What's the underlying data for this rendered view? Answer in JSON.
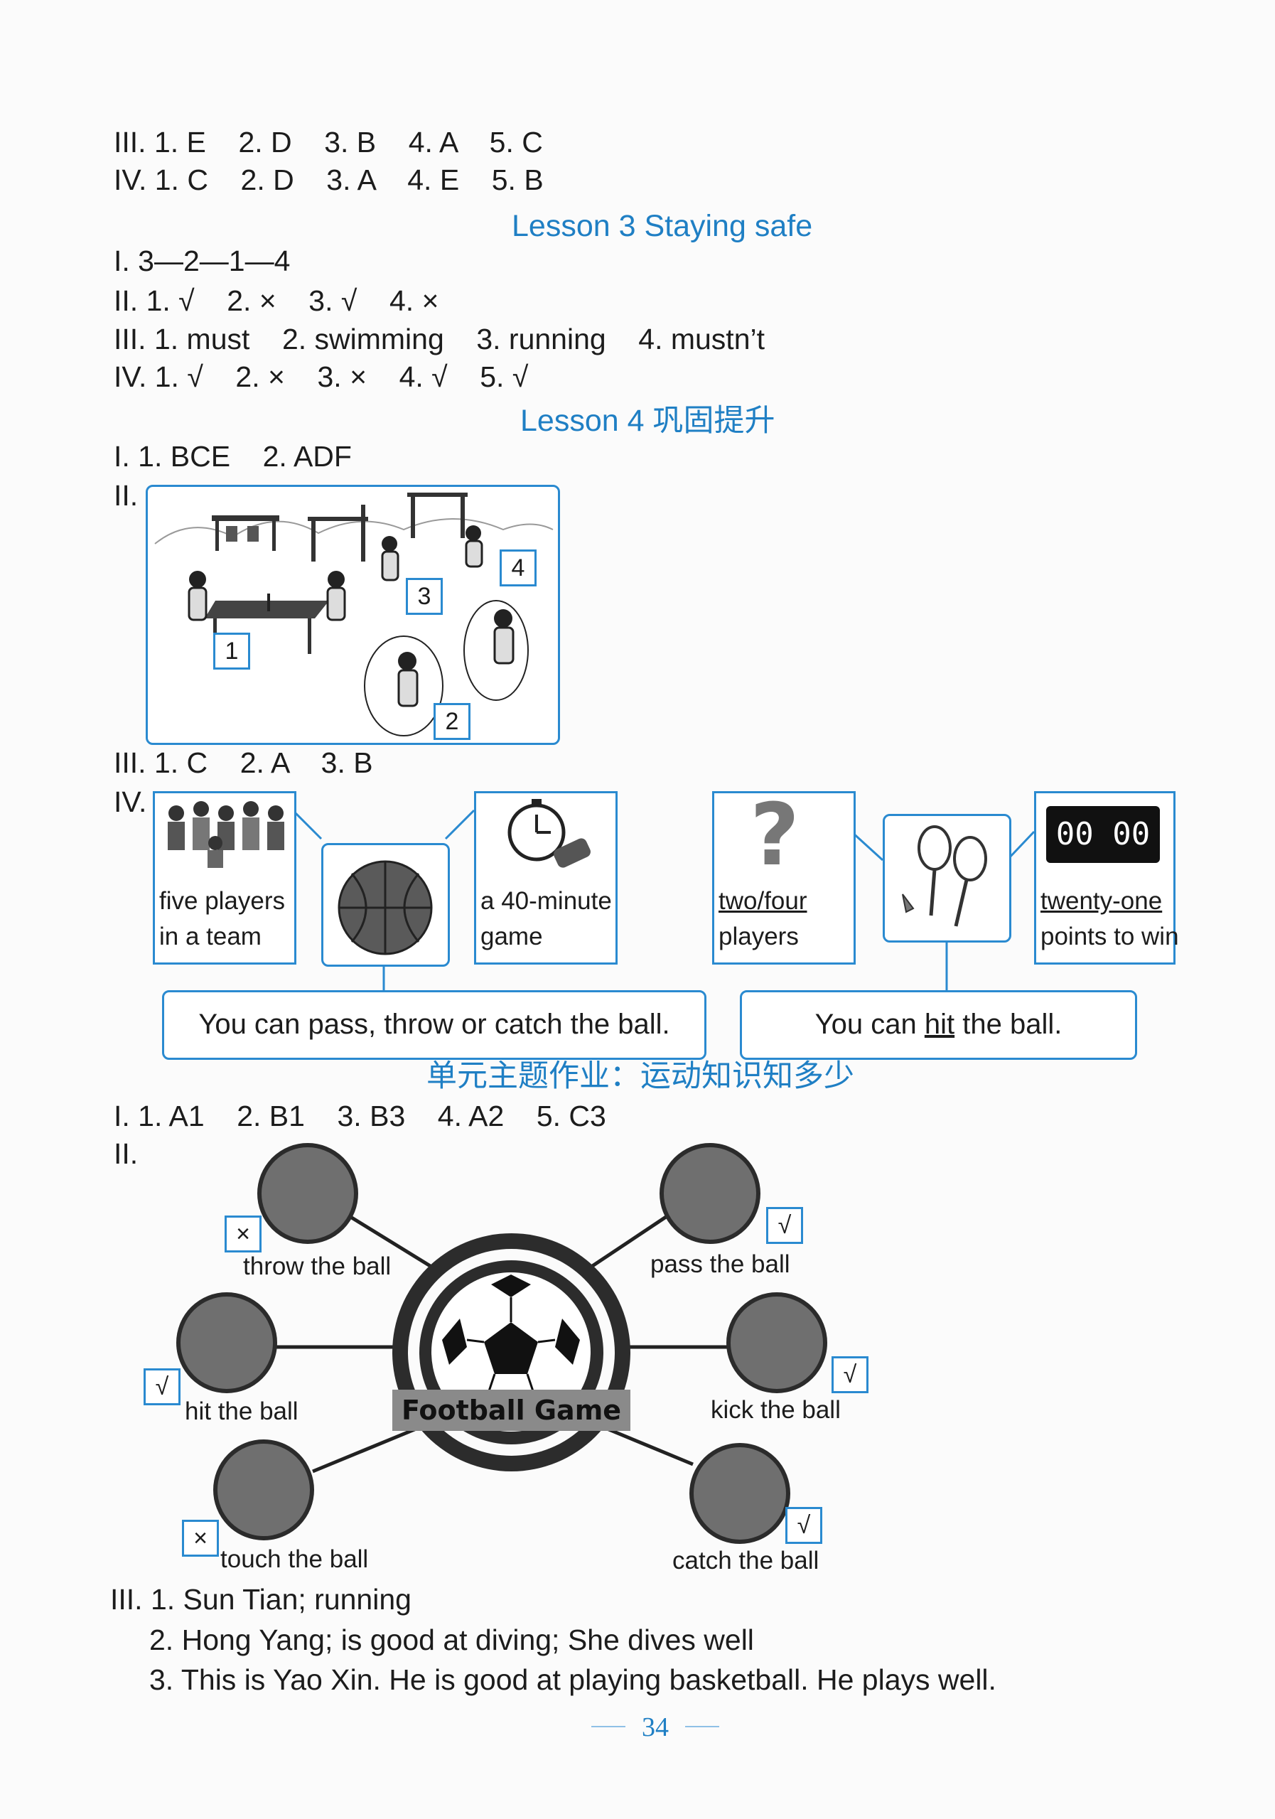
{
  "prev_answers": {
    "line3": "III. 1. E    2. D    3. B    4. A    5. C",
    "line4": "IV. 1. C    2. D    3. A    4. E    5. B"
  },
  "lesson3": {
    "title": "Lesson 3 Staying safe",
    "l1": "I. 3—2—1—4",
    "l2": "II. 1. √    2. ×    3. √    4. ×",
    "l3": "III. 1. must    2. swimming    3. running    4. mustn’t",
    "l4": "IV. 1. √    2. ×    3. ×    4. √    5. √"
  },
  "lesson4": {
    "title": "Lesson 4 巩固提升",
    "l1": "I. 1. BCE    2. ADF",
    "l2_label": "II.",
    "playground_numbers": [
      "1",
      "2",
      "3",
      "4"
    ],
    "l3": "III. 1. C    2. A    3. B",
    "l4_label": "IV.",
    "basketball": {
      "box1": [
        "five players",
        "in a team"
      ],
      "box2": [
        "a 40-minute",
        "game"
      ],
      "sentence": "You can pass, throw or catch the ball."
    },
    "badminton": {
      "box1": [
        "two/four",
        "players"
      ],
      "box2": [
        "twenty-one",
        "points to win"
      ],
      "scoreboard": "00 00",
      "sentence_pre": "You can ",
      "sentence_word": "hit",
      "sentence_post": " the ball."
    }
  },
  "unit": {
    "title": "单元主题作业：运动知识知多少",
    "l1": "I. 1. A1    2. B1    3. B3    4. A2    5. C3",
    "l2_label": "II.",
    "center_label": "Football Game",
    "actions": [
      {
        "label": "throw the ball",
        "mark": "×"
      },
      {
        "label": "pass the ball",
        "mark": "√"
      },
      {
        "label": "hit the ball",
        "mark": "√"
      },
      {
        "label": "kick the ball",
        "mark": "√"
      },
      {
        "label": "touch the ball",
        "mark": "×"
      },
      {
        "label": "catch the ball",
        "mark": "√"
      }
    ],
    "iii": [
      "III. 1. Sun Tian; running",
      "2. Hong Yang; is good at diving; She dives well",
      "3. This is Yao Xin. He is good at playing basketball. He plays well."
    ]
  },
  "page_number": "34",
  "colors": {
    "accent": "#1f7fc4",
    "border": "#2a8ad0",
    "text": "#1c1c1c"
  }
}
